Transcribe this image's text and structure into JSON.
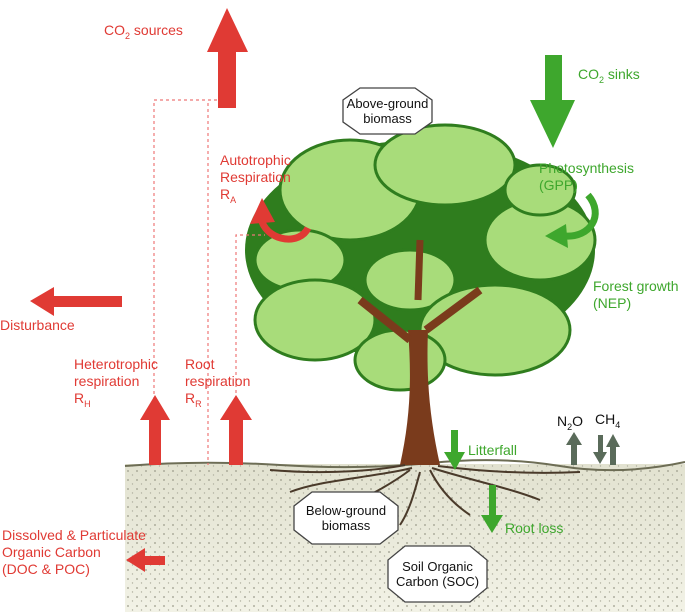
{
  "labels": {
    "co2_sources": {
      "main": "CO",
      "sub": "2",
      "rest": " sources"
    },
    "co2_sinks": {
      "main": "CO",
      "sub": "2",
      "rest": " sinks"
    },
    "above_ground": {
      "line1": "Above-ground",
      "line2": "biomass"
    },
    "autotrophic": {
      "line1": "Autotrophic",
      "line2": "Respiration",
      "symbol": "R",
      "sub": "A"
    },
    "photosynthesis": {
      "line1": "Photosynthesis",
      "line2": "(GPP)"
    },
    "forest_growth": {
      "line1": "Forest growth",
      "line2": "(NEP)"
    },
    "disturbance": "Disturbance",
    "heterotrophic": {
      "line1": "Heterotrophic",
      "line2": "respiration",
      "symbol": "R",
      "sub": "H"
    },
    "root_respiration": {
      "line1": "Root",
      "line2": "respiration",
      "symbol": "R",
      "sub": "R"
    },
    "n2o": {
      "main": "N",
      "sub": "2",
      "rest": "O"
    },
    "ch4": {
      "main": "CH",
      "sub": "4"
    },
    "litterfall": "Litterfall",
    "root_loss": "Root loss",
    "below_ground": {
      "line1": "Below-ground",
      "line2": "biomass"
    },
    "soc": {
      "line1": "Soil Organic",
      "line2": "Carbon (SOC)"
    },
    "doc_poc": {
      "line1": "Dissolved & Particulate",
      "line2": "Organic Carbon",
      "line3": "(DOC & POC)"
    }
  },
  "colors": {
    "source_red": "#e03a34",
    "sink_green": "#3ea72d",
    "leaf_light": "#a8dc7a",
    "leaf_dark": "#2f7d1e",
    "trunk": "#7a3b1c",
    "soil": "#ecebdc",
    "gas_arrow": "#5a6b5a"
  }
}
